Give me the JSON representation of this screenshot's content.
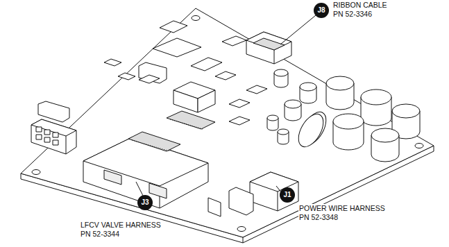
{
  "diagram": {
    "nodes": [
      {
        "text": [
          "J8"
        ]
      },
      {
        "text": [
          "J3"
        ]
      },
      {
        "text": [
          "J1"
        ]
      }
    ],
    "labels": [
      "RIBBON CABLE",
      "PN 52-3346",
      "LFCV VALVE HARNESS",
      "PN 52-3344",
      "POWER WIRE HARNESS",
      "PN 52-3348"
    ]
  }
}
